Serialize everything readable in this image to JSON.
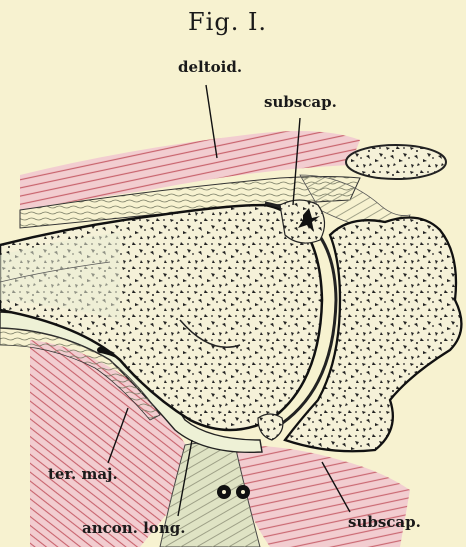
{
  "figure": {
    "title": "Fig. I.",
    "labels": {
      "deltoid": "deltoid.",
      "subscap_top": "subscap.",
      "ter_maj": "ter. maj.",
      "ancon_long": "ancon. long.",
      "subscap_bottom": "subscap."
    }
  },
  "colors": {
    "paper": "#f7f2d0",
    "muscle": "#d9808a",
    "ink": "#1a1a1a",
    "cartilage": "#eef1d6",
    "fibrous": "#dfe3c4"
  }
}
